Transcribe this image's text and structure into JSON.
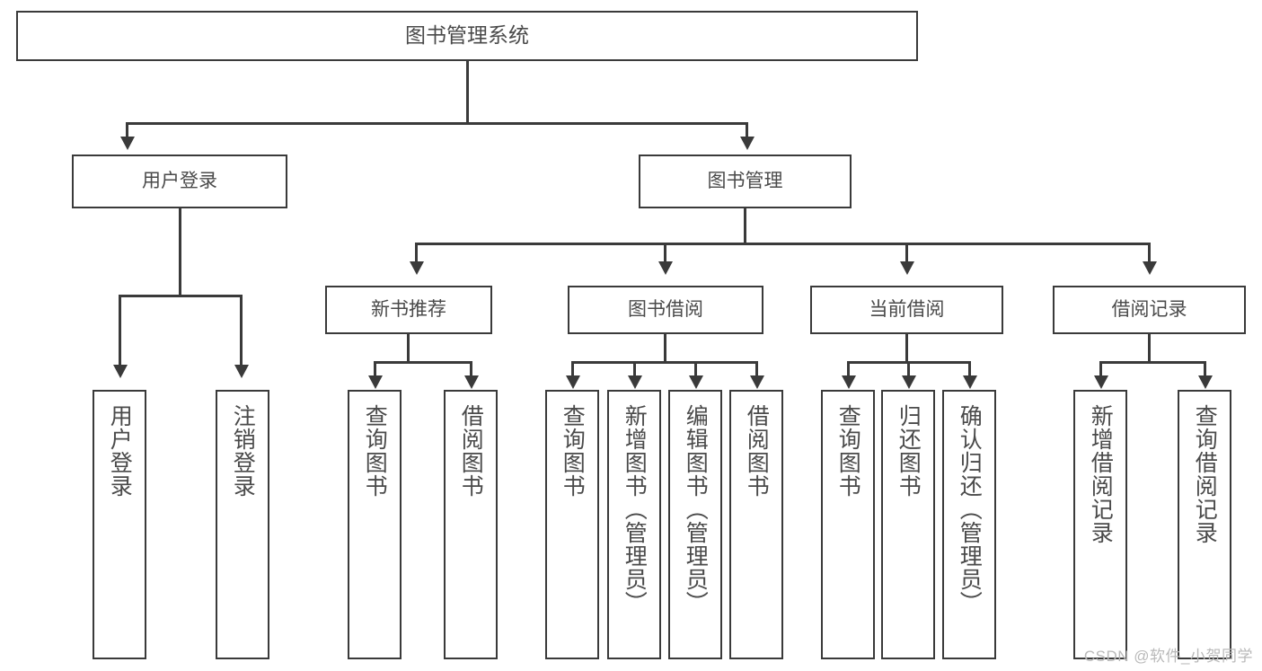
{
  "diagram": {
    "type": "tree",
    "title": "图书管理系统",
    "root": {
      "label": "图书管理系统"
    },
    "level2": [
      {
        "label": "用户登录"
      },
      {
        "label": "图书管理"
      }
    ],
    "level3": [
      {
        "label": "新书推荐"
      },
      {
        "label": "图书借阅"
      },
      {
        "label": "当前借阅"
      },
      {
        "label": "借阅记录"
      }
    ],
    "leaves": {
      "user_login": [
        {
          "label": "用户登录"
        },
        {
          "label": "注销登录"
        }
      ],
      "new_book_recommend": [
        {
          "label": "查询图书"
        },
        {
          "label": "借阅图书"
        }
      ],
      "book_borrow": [
        {
          "label": "查询图书"
        },
        {
          "label": "新增图书（管理员）"
        },
        {
          "label": "编辑图书（管理员）"
        },
        {
          "label": "借阅图书"
        }
      ],
      "current_borrow": [
        {
          "label": "查询图书"
        },
        {
          "label": "归还图书"
        },
        {
          "label": "确认归还（管理员）"
        }
      ],
      "borrow_record": [
        {
          "label": "新增借阅记录"
        },
        {
          "label": "查询借阅记录"
        }
      ]
    },
    "colors": {
      "stroke": "#3a3a3a",
      "text": "#4a4a4a",
      "background": "#ffffff",
      "watermark": "#b9b9b9"
    }
  },
  "watermark": {
    "text": "CSDN @软件_小贺同学"
  }
}
